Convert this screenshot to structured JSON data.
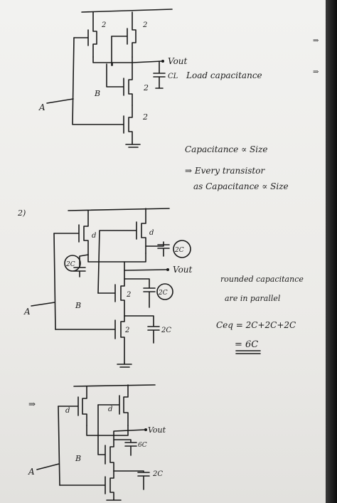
{
  "circuit1": {
    "top_left_size": "2",
    "top_right_size": "2",
    "mid_size": "2",
    "bot_size": "2",
    "input_a": "A",
    "input_b": "B",
    "output": "Vout",
    "cap_label": "CL",
    "load_note": "Load capacitance"
  },
  "notes": {
    "line1": "Capacitance ∝ Size",
    "line2": "⇒ Every transistor",
    "line3": "as Capacitance ∝ Size"
  },
  "circuit2": {
    "marker": "2)",
    "top_left_size": "d",
    "top_right_size": "d",
    "cap_left": "2C",
    "cap_right": "2C",
    "output": "Vout",
    "mid_size": "2",
    "mid_cap": "2C",
    "bot_size": "2",
    "bot_cap": "2C",
    "input_a": "A",
    "input_b": "B",
    "note1": "rounded capacitance",
    "note2": "are in parallel",
    "eq": "Ceq = 2C+2C+2C",
    "result": "= 6C"
  },
  "circuit3": {
    "marker": "⇒",
    "top_left_size": "d",
    "top_right_size": "d",
    "output": "Vout",
    "mid_cap": "6C",
    "bot_cap": "2C",
    "input_a": "A",
    "input_b": "B"
  },
  "margin_marks": [
    "⇒",
    "⇒"
  ]
}
